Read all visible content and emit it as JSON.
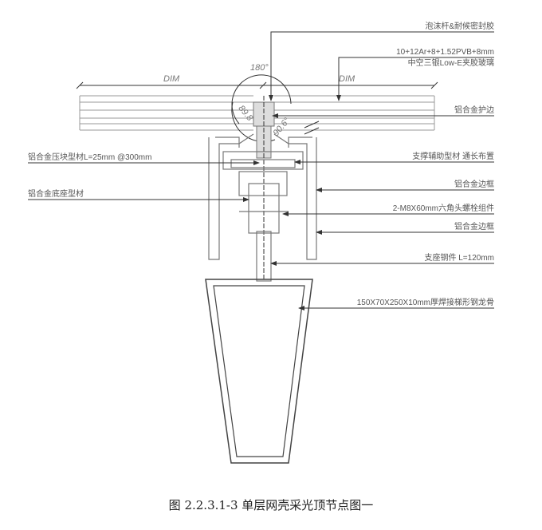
{
  "dimensions": {
    "left": "DIM",
    "right": "DIM",
    "angle_top": "180°",
    "angle_left": "89.8°",
    "angle_right": "90.6°"
  },
  "labels_right": [
    "泡沫杆&耐候密封胶",
    "10+12Ar+8+1.52PVB+8mm",
    "中空三银Low-E夹胶玻璃",
    "铝合金护边",
    "支撑辅助型材 通长布置",
    "铝合金边框",
    "2-M8X60mm六角头螺栓组件",
    "铝合金边框",
    "支座钢件 L=120mm",
    "150X70X250X10mm厚焊接梯形钢龙骨"
  ],
  "labels_left": [
    "铝合金压块型材L=25mm @300mm",
    "铝合金底座型材"
  ],
  "caption": "图 2.2.3.1-3 单层网壳采光顶节点图一"
}
